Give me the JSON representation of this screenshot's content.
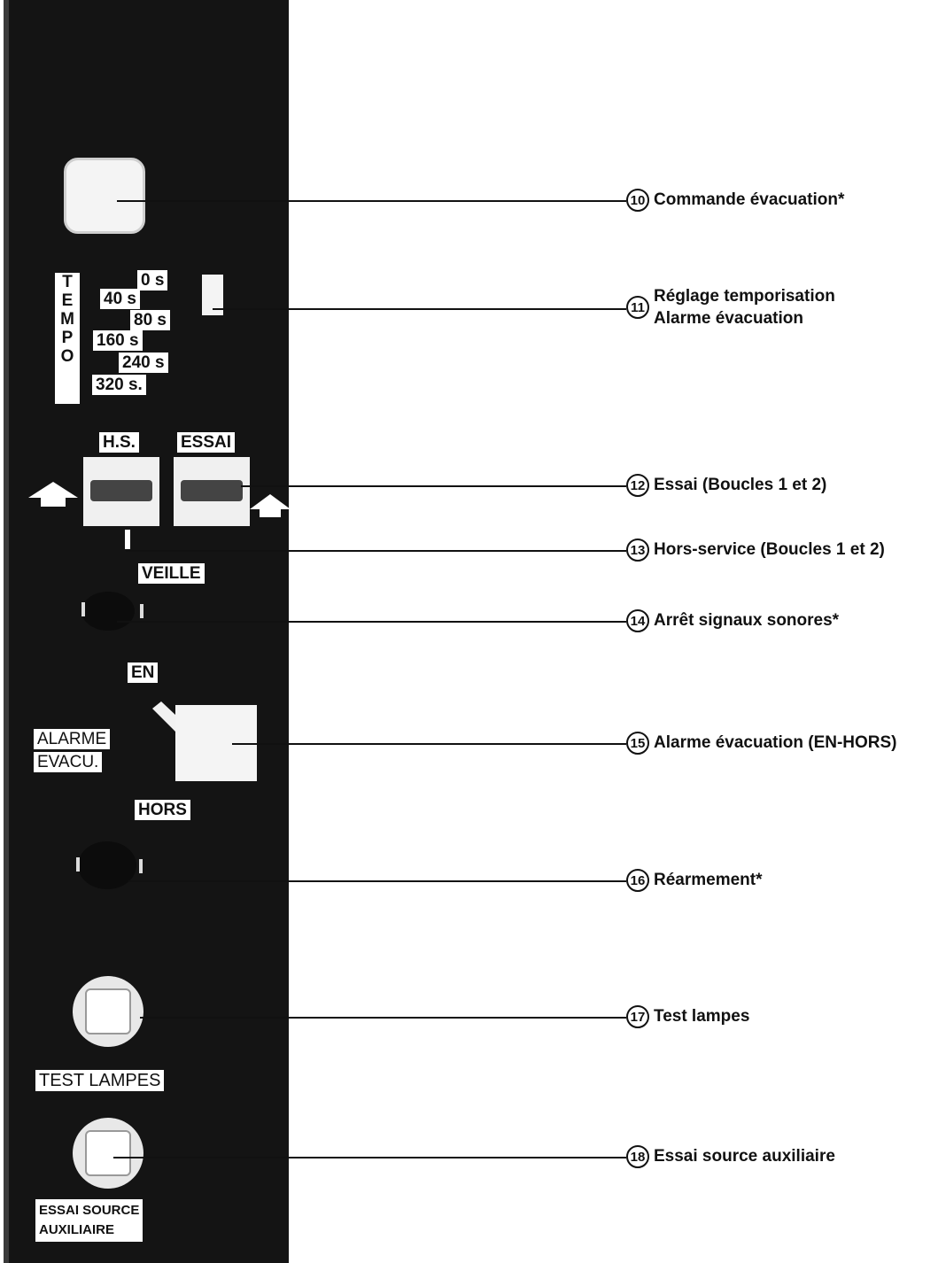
{
  "panel": {
    "tempo_vertical": [
      "T",
      "E",
      "M",
      "P",
      "O"
    ],
    "tempo_settings": [
      "0 s",
      "40 s",
      "80 s",
      "160 s",
      "240 s",
      "320 s."
    ],
    "hs_label": "H.S.",
    "essai_label": "ESSAI",
    "veille_label": "VEILLE",
    "en_label": "EN",
    "alarme_line1": "ALARME",
    "alarme_line2": "EVACU.",
    "hors_label": "HORS",
    "test_lampes_label": "TEST LAMPES",
    "essai_source_line1": "ESSAI SOURCE",
    "essai_source_line2": "AUXILIAIRE"
  },
  "callouts": [
    {
      "number": "10",
      "text": "Commande évacuation*"
    },
    {
      "number": "11",
      "text": "Réglage temporisation",
      "text2": "Alarme évacuation"
    },
    {
      "number": "12",
      "text": "Essai (Boucles 1 et 2)"
    },
    {
      "number": "13",
      "text": "Hors-service (Boucles 1 et 2)"
    },
    {
      "number": "14",
      "text": "Arrêt signaux sonores*"
    },
    {
      "number": "15",
      "text": "Alarme évacuation (EN-HORS)"
    },
    {
      "number": "16",
      "text": "Réarmement*"
    },
    {
      "number": "17",
      "text": "Test lampes"
    },
    {
      "number": "18",
      "text": "Essai source auxiliaire"
    }
  ]
}
